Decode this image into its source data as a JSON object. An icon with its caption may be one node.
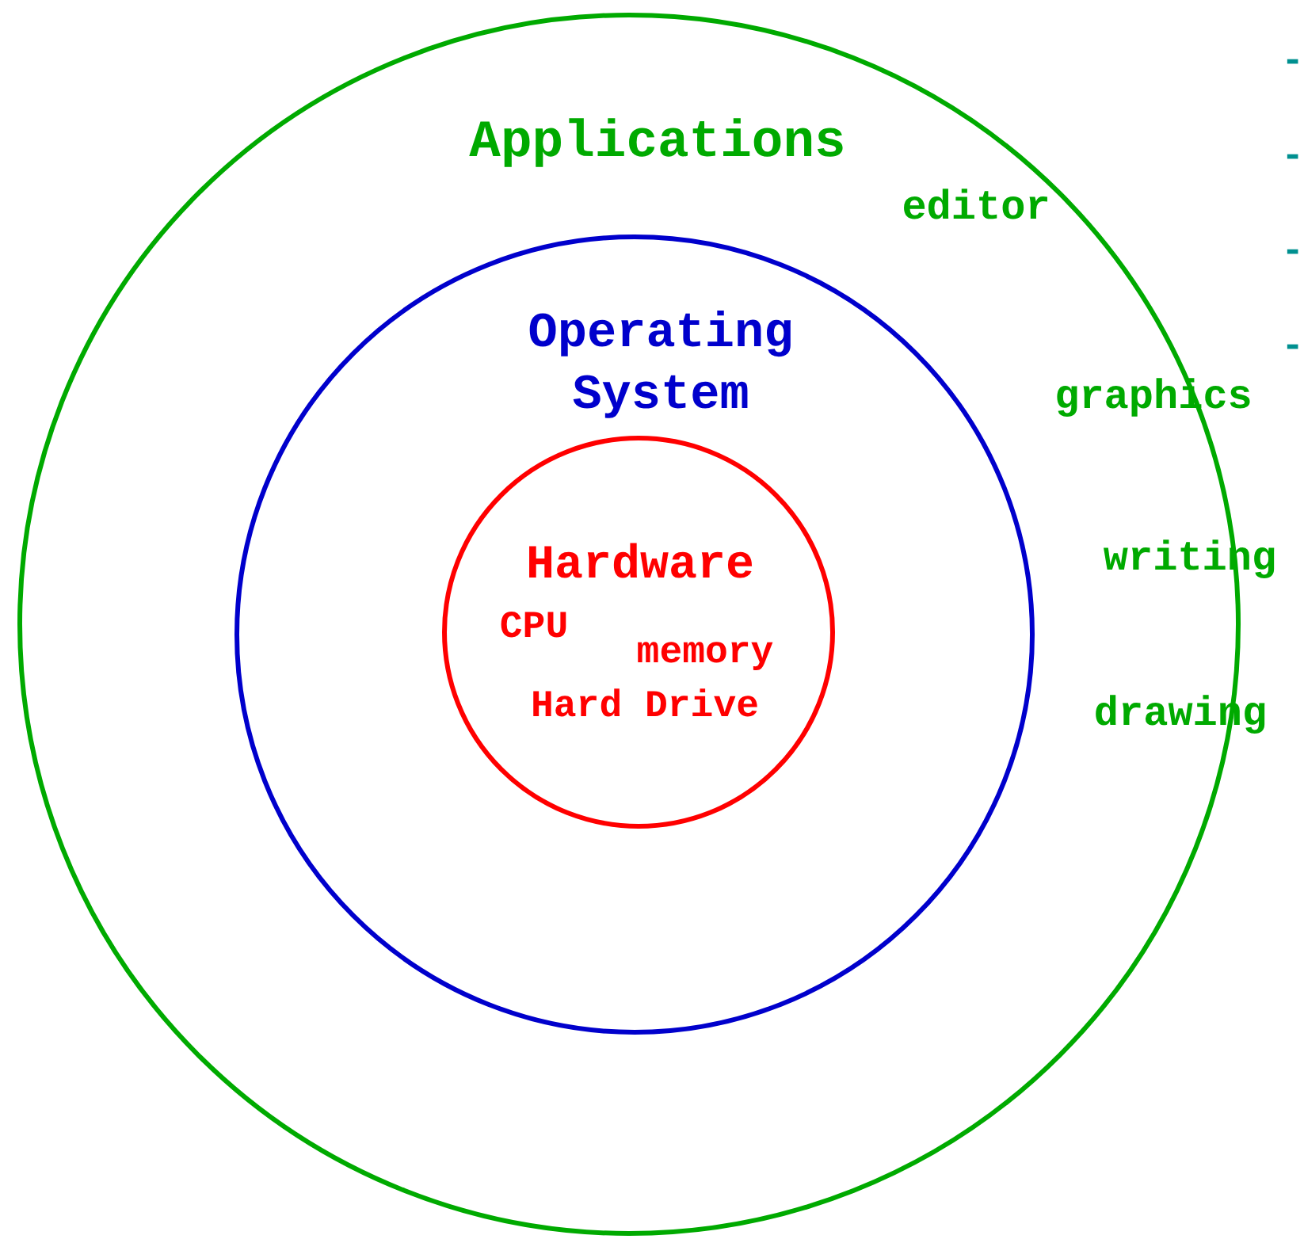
{
  "diagram": {
    "nodes": [
      {
        "text": [
          "Applications",
          "editor",
          "graphics",
          "writing",
          "drawing"
        ]
      },
      {
        "text": [
          "Operating System"
        ],
        "in": 0
      },
      {
        "text": [
          "Hardware",
          "CPU",
          "memory",
          "Hard Drive"
        ],
        "in": 1
      }
    ],
    "labels": [
      "-",
      "-",
      "-",
      "-"
    ]
  }
}
